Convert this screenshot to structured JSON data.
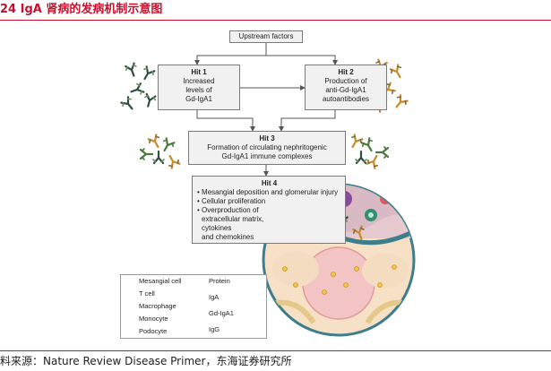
{
  "figure": {
    "title": "24  IgA 肾病的发病机制示意图",
    "source": "料来源：Nature Review Disease Primer，东海证券研究所"
  },
  "boxes": {
    "upstream": "Upstream factors",
    "hit1": {
      "title": "Hit 1",
      "lines": [
        "Increased",
        "levels of",
        "Gd-IgA1"
      ]
    },
    "hit2": {
      "title": "Hit 2",
      "lines": [
        "Production of",
        "anti-Gd-IgA1",
        "autoantibodies"
      ]
    },
    "hit3": {
      "title": "Hit 3",
      "lines": [
        "Formation of circulating nephritogenic",
        "Gd-IgA1 immune complexes"
      ]
    },
    "hit4": {
      "title": "Hit 4",
      "lines": [
        "• Mesangial deposition and glomerular injury",
        "• Cellular proliferation",
        "• Overproduction of",
        "  extracellular matrix,",
        "  cytokines",
        "  and chemokines"
      ]
    }
  },
  "legend": {
    "mesangial_cell": "Mesangial cell",
    "t_cell": "T cell",
    "macrophage": "Macrophage",
    "monocyte": "Monocyte",
    "podocyte": "Podocyte",
    "protein": "Protein",
    "iga": "IgA",
    "gd_iga1": "Gd-IgA1",
    "igg": "IgG"
  },
  "colors": {
    "title_red": "#c8102e",
    "box_fill": "#f1f1f1",
    "box_border": "#7a7a7a",
    "antibody_green": "#4a7a3a",
    "antibody_orange": "#c98a2a",
    "glomerulus_pink": "#f2c4c4",
    "capsule_teal": "#3d7d8c"
  }
}
